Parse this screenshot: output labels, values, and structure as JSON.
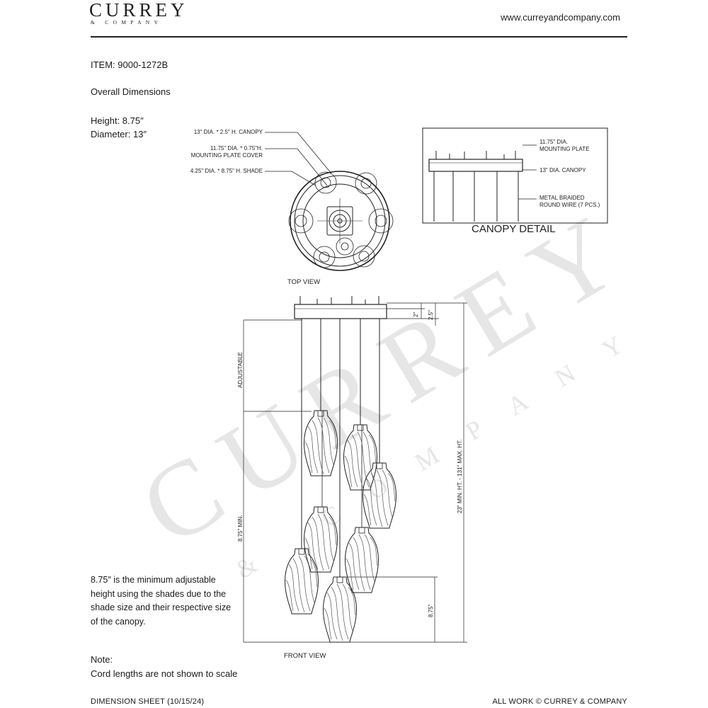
{
  "header": {
    "logo_main": "CURREY",
    "logo_sub": "& COMPANY",
    "website": "www.curreyandcompany.com"
  },
  "item": "ITEM: 9000-1272B",
  "overall_dimensions": "Overall Dimensions",
  "height": "Height: 8.75″",
  "diameter": "Diameter: 13″",
  "top_view": {
    "title": "TOP VIEW",
    "labels": [
      "13\" DIA. * 2.5\" H. CANOPY",
      "11.75\" DIA. * 0.75\"H.",
      "MOUNTING PLATE COVER",
      "4.25\" DIA. * 8.75\" H. SHADE"
    ]
  },
  "canopy_detail": {
    "title": "CANOPY DETAIL",
    "labels": [
      "11.75\" DIA.",
      "MOUNTING PLATE",
      "13\" DIA. CANOPY",
      "METAL BRAIDED",
      "ROUND WIRE (7 PCS.)"
    ]
  },
  "front_view": {
    "title": "FRONT VIEW",
    "dim_2": "2\"",
    "dim_2_5": "2.5\"",
    "adjustable": "ADJUSTABLE",
    "min_875": "8.75\" MIN.",
    "total_height": "23\" MIN. HT. - 131\" MAX. HT.",
    "bottom_875": "8.75\""
  },
  "adjustable_note": "8.75″ is the minimum adjustable height using the shades due to the shade size and their respective size of the canopy.",
  "note_title": "Note:",
  "note_body": "Cord lengths are not shown to scale",
  "footer": {
    "left": "DIMENSION SHEET (10/15/24)",
    "right": "ALL WORK © CURREY & COMPANY"
  },
  "watermark": {
    "main": "CURREY",
    "sub": "& COMPANY"
  }
}
